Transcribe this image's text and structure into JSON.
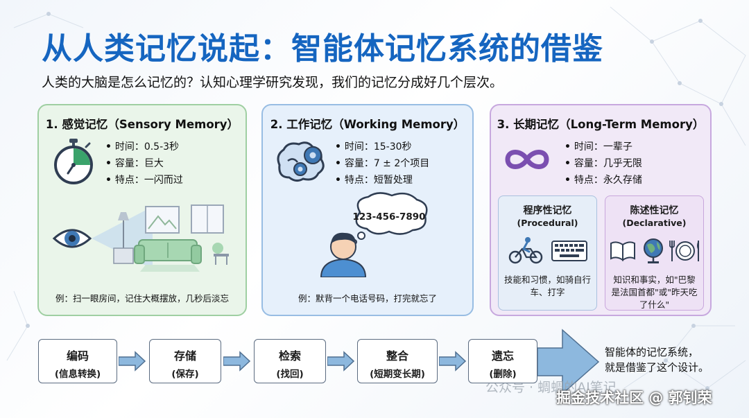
{
  "title": "从人类记忆说起：智能体记忆系统的借鉴",
  "subtitle": "人类的大脑是怎么记忆的？认知心理学研究发现，我们的记忆分成好几个层次。",
  "cards": {
    "sensory": {
      "title": "1. 感觉记忆（Sensory Memory）",
      "facts": [
        "时间：0.5-3秒",
        "容量：巨大",
        "特点：一闪而过"
      ],
      "example": "例：扫一眼房间，记住大概摆放，几秒后淡忘"
    },
    "working": {
      "title": "2. 工作记忆（Working Memory）",
      "facts": [
        "时间：15-30秒",
        "容量：7 ± 2个项目",
        "特点：短暂处理"
      ],
      "bubble": "123-456-7890",
      "example": "例：默背一个电话号码，打完就忘了"
    },
    "long_term": {
      "title": "3. 长期记忆（Long-Term Memory）",
      "facts": [
        "时间：一辈子",
        "容量：几乎无限",
        "特点：永久存储"
      ],
      "procedural": {
        "title": "程序性记忆",
        "en": "(Procedural)",
        "desc": "技能和习惯，如骑自行车、打字"
      },
      "declarative": {
        "title": "陈述性记忆",
        "en": "(Declarative)",
        "desc": "知识和事实，如\"巴黎是法国首都\"或\"昨天吃了什么\""
      }
    }
  },
  "flow": [
    {
      "name": "编码",
      "sub": "(信息转换)"
    },
    {
      "name": "存储",
      "sub": "(保存)"
    },
    {
      "name": "检索",
      "sub": "(找回)"
    },
    {
      "name": "整合",
      "sub": "(短期变长期)"
    },
    {
      "name": "遗忘",
      "sub": "(删除)"
    }
  ],
  "conclusion": [
    "智能体的记忆系统，",
    "就是借鉴了这个设计。"
  ],
  "watermarks": {
    "wechat": "公众号 · 蜩蜩的AI笔记",
    "site": "掘金技术社区 @ 郭钊荣"
  },
  "colors": {
    "title": "#1565c0",
    "sensory_bg": "#eaf5ea",
    "working_bg": "#e6f0fb",
    "long_bg": "#f1e9f7",
    "arrow_fill": "#8db8de"
  }
}
